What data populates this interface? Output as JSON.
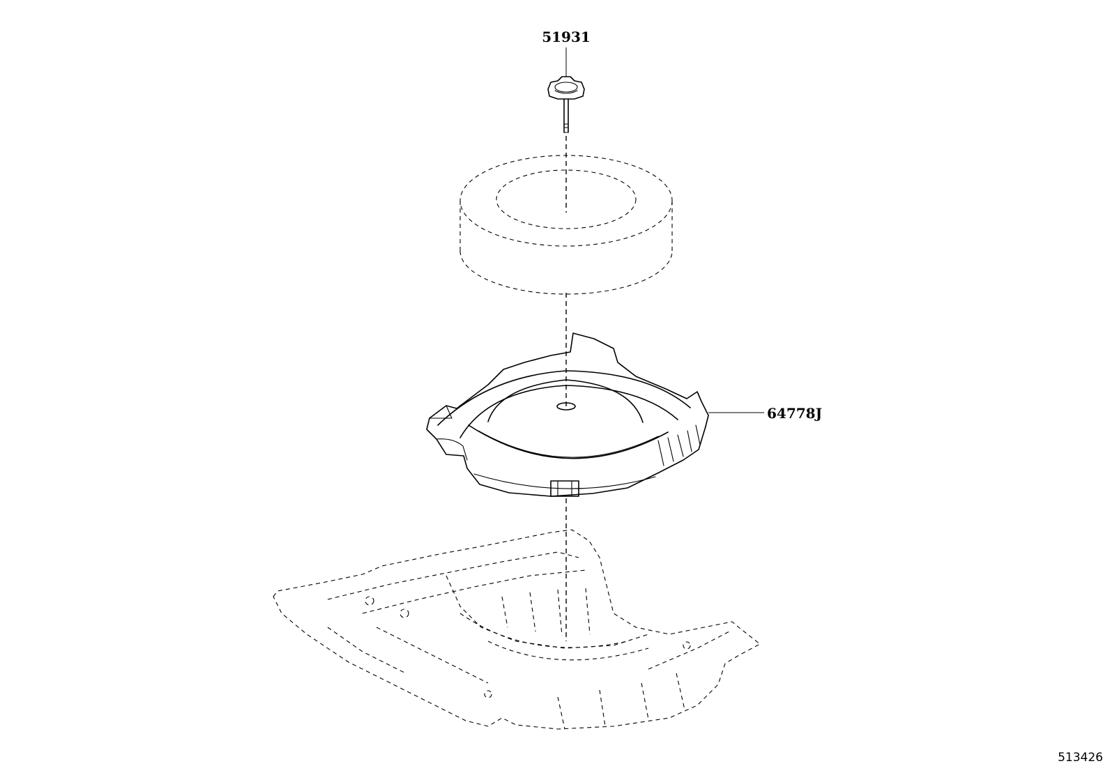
{
  "callouts": [
    {
      "part": "51931"
    },
    {
      "part": "64778J"
    }
  ],
  "diagram_number": "513426",
  "colors": {
    "line": "#000000",
    "background": "#ffffff"
  }
}
